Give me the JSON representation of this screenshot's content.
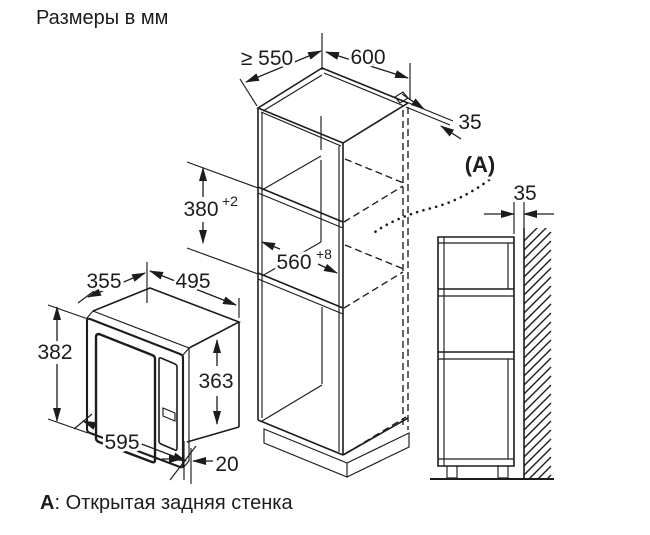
{
  "title": "Размеры в мм",
  "cabinet": {
    "depth_min": "≥ 550",
    "width": "600",
    "top_panel_thickness": "35",
    "niche_height": "380",
    "niche_height_tolerance": "+2",
    "niche_width": "560",
    "niche_width_tolerance": "+8"
  },
  "microwave": {
    "depth": "355",
    "width": "495",
    "front_height": "382",
    "body_height": "363",
    "front_width": "595",
    "frame_overhang": "20"
  },
  "side_view": {
    "rear_wall_gap": "35",
    "marker_label": "(A)"
  },
  "caption": {
    "marker": "A",
    "text": ": Открытая задняя стенка"
  },
  "colors": {
    "line": "#1c1c1c",
    "background": "#ffffff"
  }
}
